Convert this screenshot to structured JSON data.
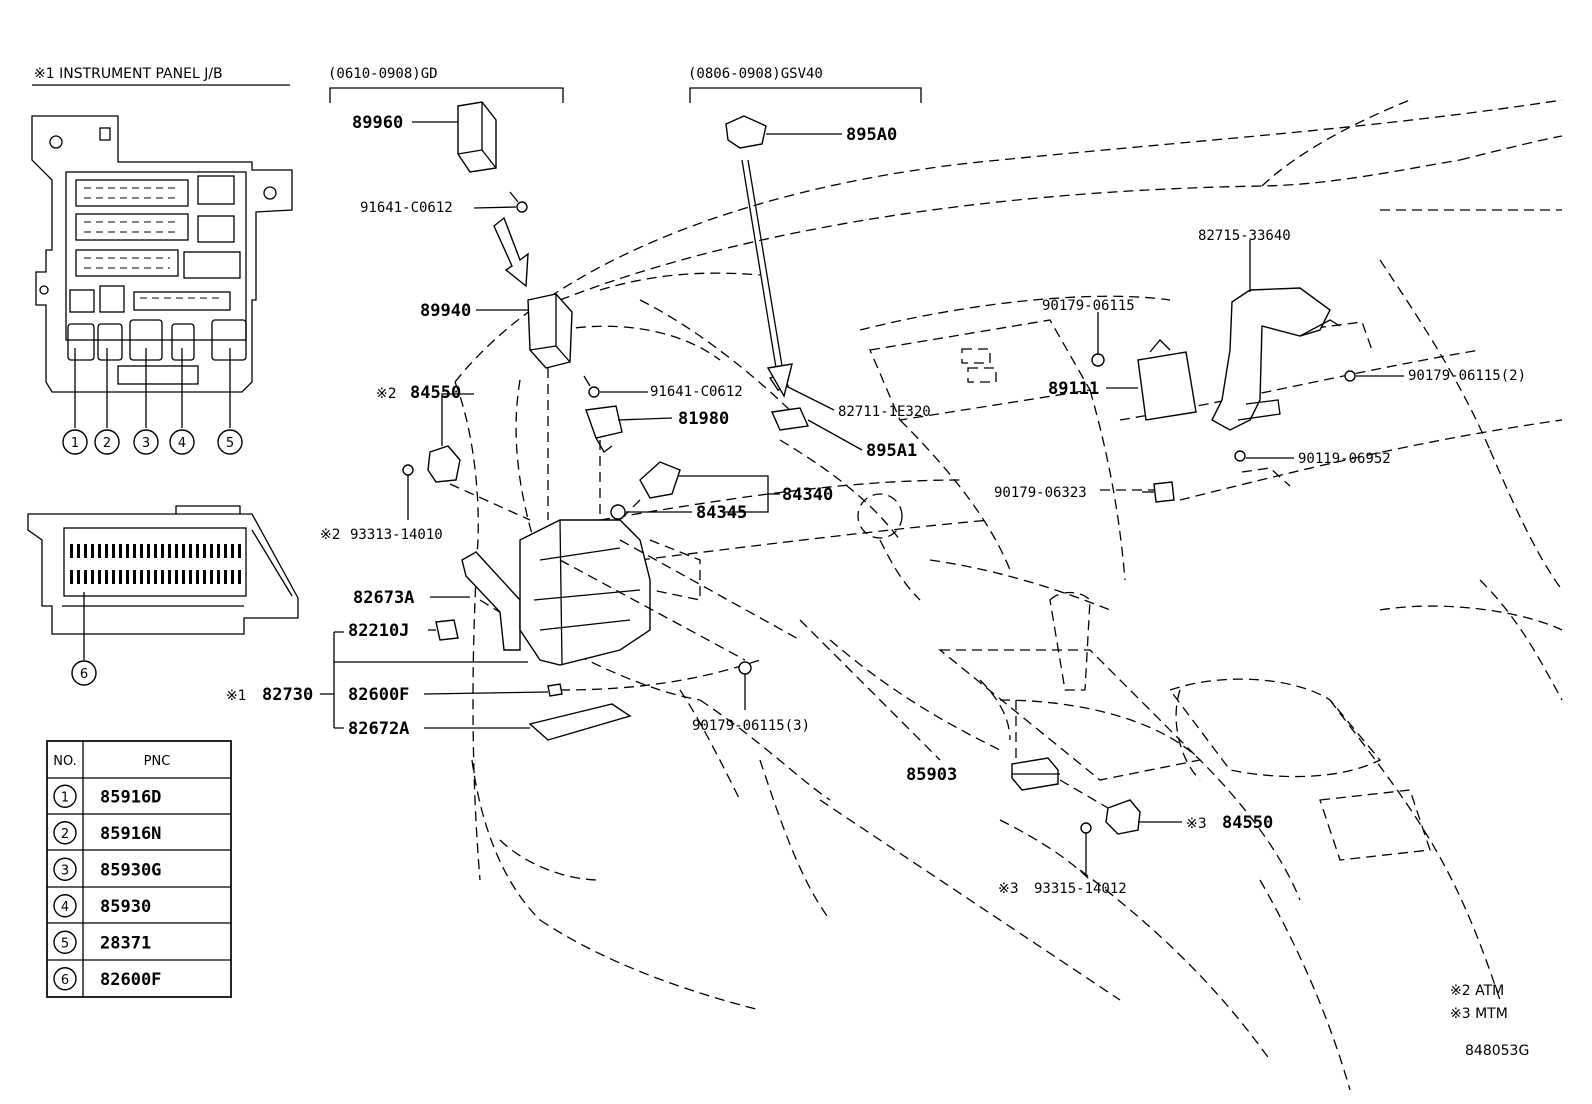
{
  "jb_title": "※1 INSTRUMENT PANEL J/B",
  "group_gd": "(0610-0908)GD",
  "group_gsv": "(0806-0908)GSV40",
  "parts": {
    "p89960": "89960",
    "p91641a": "91641-C0612",
    "p89940": "89940",
    "p91641b": "91641-C0612",
    "p895A0": "895A0",
    "p82711": "82711-1E320",
    "p895A1": "895A1",
    "p81980": "81980",
    "p84340": "84340",
    "p84345": "84345",
    "p84550_mark": "※2",
    "p84550": "84550",
    "p93313_mark": "※2",
    "p93313": "93313-14010",
    "p82673A": "82673A",
    "p82210J": "82210J",
    "p82730_mark": "※1",
    "p82730": "82730",
    "p82600F": "82600F",
    "p82672A": "82672A",
    "p90179_3": "90179-06115(3)",
    "p82715": "82715-33640",
    "p90179a": "90179-06115",
    "p89111": "89111",
    "p90179_2": "90179-06115(2)",
    "p90119": "90119-06952",
    "p90179c": "90179-06323",
    "p85903": "85903",
    "p84550b_mark": "※3",
    "p84550b": "84550",
    "p93315_mark": "※3",
    "p93315": "93315-14012"
  },
  "jb_callouts": [
    "1",
    "2",
    "3",
    "4",
    "5",
    "6"
  ],
  "table": {
    "col_no": "NO.",
    "col_pnc": "PNC",
    "rows": [
      {
        "no": "1",
        "pnc": "85916D"
      },
      {
        "no": "2",
        "pnc": "85916N"
      },
      {
        "no": "3",
        "pnc": "85930G"
      },
      {
        "no": "4",
        "pnc": "85930"
      },
      {
        "no": "5",
        "pnc": "28371"
      },
      {
        "no": "6",
        "pnc": "82600F"
      }
    ]
  },
  "notes": {
    "n2": "※2 ATM",
    "n3": "※3 MTM"
  },
  "diagram_id": "848053G"
}
